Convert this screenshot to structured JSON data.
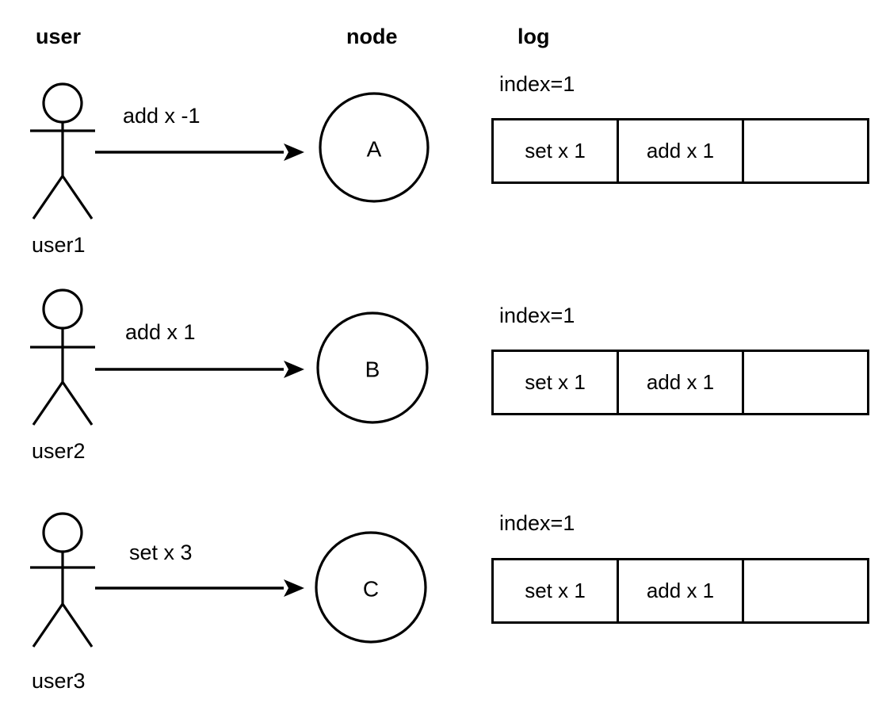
{
  "headers": {
    "user": "user",
    "node": "node",
    "log": "log"
  },
  "rows": [
    {
      "actor_label": "user1",
      "message": "add x -1",
      "node_letter": "A",
      "log": {
        "index_label": "index=1",
        "cells": [
          "set x 1",
          "add x 1",
          ""
        ]
      }
    },
    {
      "actor_label": "user2",
      "message": "add x 1",
      "node_letter": "B",
      "log": {
        "index_label": "index=1",
        "cells": [
          "set x 1",
          "add x 1",
          ""
        ]
      }
    },
    {
      "actor_label": "user3",
      "message": "set x 3",
      "node_letter": "C",
      "log": {
        "index_label": "index=1",
        "cells": [
          "set x 1",
          "add x 1",
          ""
        ]
      }
    }
  ],
  "colors": {
    "stroke": "#000000",
    "background": "#ffffff",
    "text": "#000000"
  }
}
